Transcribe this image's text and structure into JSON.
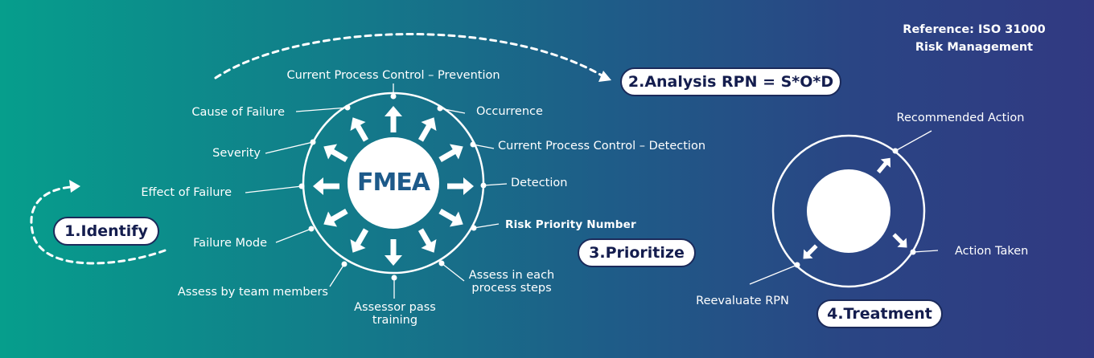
{
  "reference": {
    "line1": "Reference: ISO 31000",
    "line2": "Risk Management"
  },
  "center_label": "FMEA",
  "colors": {
    "bg_left": "#069e8c",
    "bg_right": "#313982",
    "white": "#ffffff",
    "pill_text": "#141d4e",
    "center_text": "#1d5a8a"
  },
  "steps": {
    "identify": "1.Identify",
    "analysis": "2.Analysis RPN = S*O*D",
    "prioritize": "3.Prioritize",
    "treatment": "4.Treatment"
  },
  "fmea_items": {
    "prevention": "Current Process Control – Prevention",
    "occurrence": "Occurrence",
    "detection_control": "Current Process Control – Detection",
    "detection": "Detection",
    "rpn": "Risk Priority Number",
    "assess_steps_1": "Assess in each",
    "assess_steps_2": "process steps",
    "assessor_1": "Assessor pass",
    "assessor_2": "training",
    "team": "Assess by team members",
    "failure_mode": "Failure Mode",
    "effect": "Effect of Failure",
    "severity": "Severity",
    "cause": "Cause of Failure"
  },
  "treatment_items": {
    "recommended": "Recommended Action",
    "taken": "Action Taken",
    "reevaluate": "Reevaluate RPN"
  }
}
